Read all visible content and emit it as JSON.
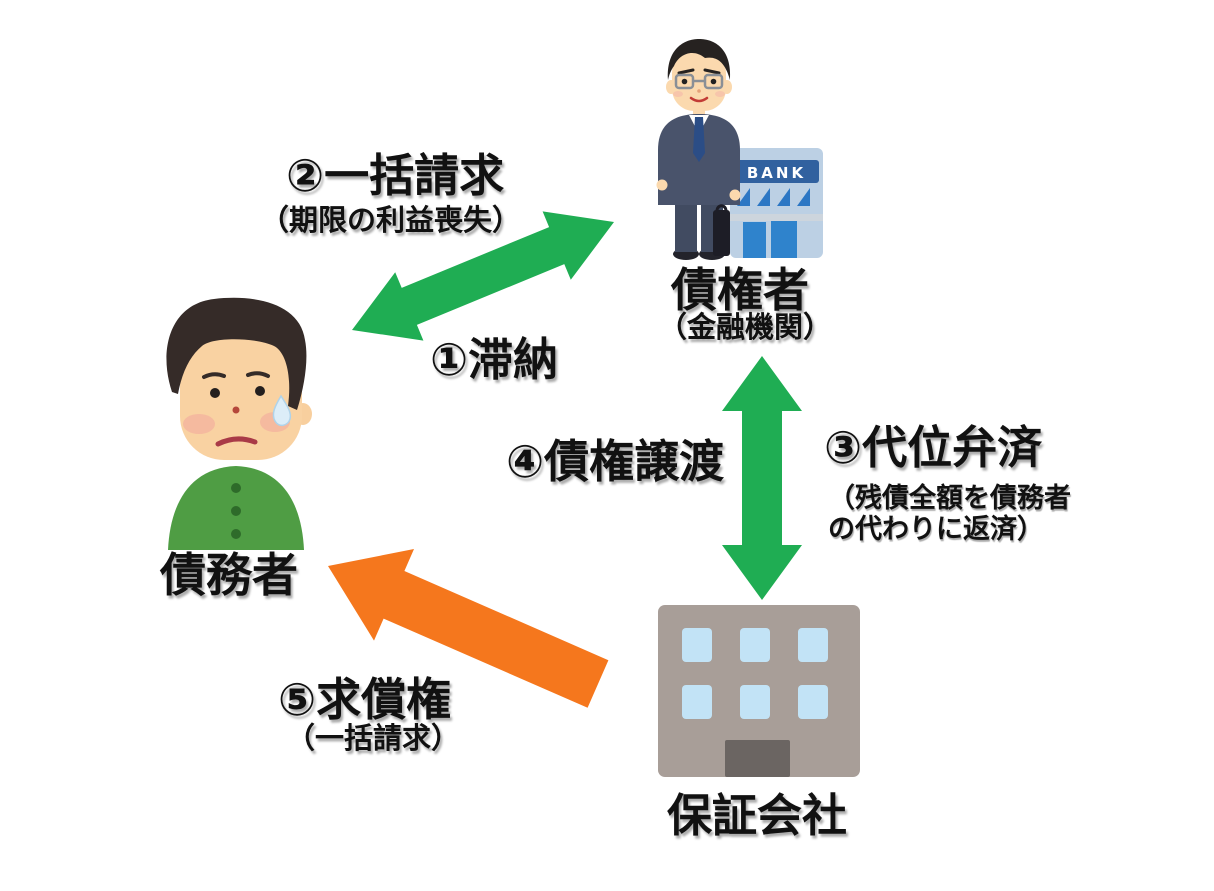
{
  "colors": {
    "green": "#1fad53",
    "orange": "#f5771d",
    "text": "#111111"
  },
  "nodes": {
    "debtor": {
      "label": "債務者"
    },
    "creditor": {
      "label": "債権者",
      "note": "（金融機関）",
      "bank_sign": "BANK"
    },
    "guarantor": {
      "label": "保証会社"
    }
  },
  "steps": [
    {
      "label": "①滞納"
    },
    {
      "label": "②一括請求",
      "note": "（期限の利益喪失）"
    },
    {
      "label": "③代位弁済",
      "note_line1": "（残債全額を債務者",
      "note_line2": "の代わりに返済）"
    },
    {
      "label": "④債権譲渡"
    },
    {
      "label": "⑤求償権",
      "note": "（一括請求）"
    }
  ],
  "arrows": [
    {
      "id": "delinquency-and-bulk-claim",
      "between": "債務者 ↔ 債権者",
      "heads": "double",
      "color": "#1fad53"
    },
    {
      "id": "subrogation-and-assignment",
      "between": "債権者 ↔ 保証会社",
      "heads": "double",
      "color": "#1fad53"
    },
    {
      "id": "reimbursement-claim",
      "between": "保証会社 → 債務者",
      "heads": "single",
      "color": "#f5771d"
    }
  ]
}
